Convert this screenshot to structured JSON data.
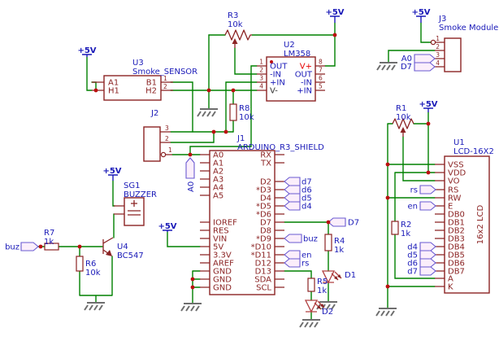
{
  "power": {
    "v5": "+5V"
  },
  "colors": {
    "wire": "#008000",
    "component": "#8b2323",
    "label": "#1a1ab8",
    "net_flag_fill": "#fbeefb",
    "net_flag_border": "#6a5ad2",
    "junction": "#bb0f0f",
    "vplus_pin": "#e60000",
    "ground": "#6e6e6e"
  },
  "components": {
    "u3": {
      "ref": "U3",
      "value": "Smoke_SENSOR",
      "pins": {
        "a1": "A1",
        "h1": "H1",
        "b1": "B1",
        "h2": "H2"
      },
      "pin_numbers": {
        "b1": "1",
        "h2": "2"
      }
    },
    "j2": {
      "ref": "J2",
      "pin_numbers": [
        "3",
        "2",
        "1"
      ]
    },
    "r3": {
      "ref": "R3",
      "value": "10k"
    },
    "r8": {
      "ref": "R8",
      "value": "10k"
    },
    "u2": {
      "ref": "U2",
      "value": "LM358",
      "left_pins": [
        "OUT",
        "-IN",
        "+IN",
        "V-"
      ],
      "right_pins": [
        "V+",
        "OUT",
        "-IN",
        "+IN"
      ],
      "left_numbers": [
        "1",
        "2",
        "3",
        "4"
      ],
      "right_numbers": [
        "8",
        "7",
        "6",
        "5"
      ]
    },
    "j3": {
      "ref": "J3",
      "value": "Smoke Module",
      "pin_numbers": [
        "1",
        "2",
        "3",
        "4"
      ],
      "flags": {
        "a0": "A0",
        "d7": "D7"
      }
    },
    "j1": {
      "ref": "J1",
      "value": "ARDUINO_R3_SHIELD",
      "left_pins": [
        "A0",
        "A1",
        "A2",
        "A3",
        "A4",
        "A5",
        "IOREF",
        "RES",
        "VIN",
        "5V",
        "3.3V",
        "AREF",
        "GND",
        "GND",
        "GND"
      ],
      "right_pins": [
        "RX",
        "TX",
        "D2",
        "*D3",
        "D4",
        "*D5",
        "*D6",
        "D7",
        "D8",
        "*D9",
        "*D10",
        "*D11",
        "D12",
        "D13",
        "SDA",
        "SCL"
      ],
      "right_flags": {
        "on_d2": "d7",
        "on_d3": "d6",
        "on_d4": "d5",
        "on_d5": "d4",
        "on_d9": "buz",
        "on_d11": "en",
        "on_d12": "rs"
      }
    },
    "u1": {
      "ref": "U1",
      "value": "LCD-16X2",
      "body_text": "16x2 LCD",
      "pins": [
        "VSS",
        "VDD",
        "VO",
        "RS",
        "RW",
        "E",
        "DB0",
        "DB1",
        "DB2",
        "DB3",
        "DB4",
        "DB5",
        "DB6",
        "DB7",
        "A",
        "K"
      ],
      "flags": {
        "on_rs": "rs",
        "on_e": "en",
        "on_db4": "d4",
        "on_db5": "d5",
        "on_db6": "d6",
        "on_db7": "d7"
      }
    },
    "r1": {
      "ref": "R1",
      "value": "10k"
    },
    "r2": {
      "ref": "R2",
      "value": "1k"
    },
    "r4": {
      "ref": "R4",
      "value": "1k"
    },
    "r5": {
      "ref": "R5",
      "value": "1k"
    },
    "r6": {
      "ref": "R6",
      "value": "10k"
    },
    "r7": {
      "ref": "R7",
      "value": "1k"
    },
    "d1": {
      "ref": "D1"
    },
    "d2": {
      "ref": "D2"
    },
    "sg1": {
      "ref": "SG1",
      "value": "BUZZER"
    },
    "u4": {
      "ref": "U4",
      "value": "BC547"
    }
  },
  "net_flags": {
    "a0": "A0",
    "d7": "D7",
    "buz": "buz"
  }
}
